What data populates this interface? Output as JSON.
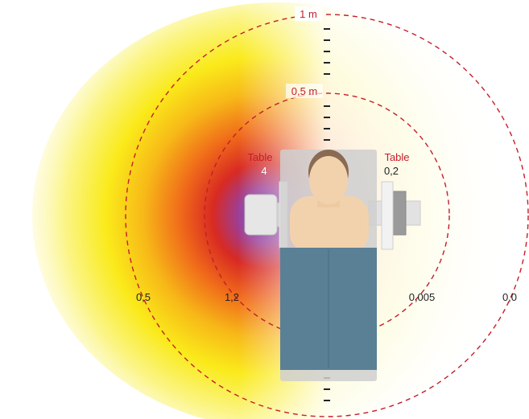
{
  "colors": {
    "ring": "#c41e2a",
    "label_red": "#c41e2a",
    "label_dark": "#222222",
    "hot_core": "#7b3f99",
    "blanket": "#5a8096",
    "skin": "#f2d2ad"
  },
  "rings": [
    {
      "label": "1 m"
    },
    {
      "label": "0,5 m"
    }
  ],
  "left_side": {
    "heading": "Table",
    "value_at_table": "4",
    "value_mid": "1,2",
    "value_outer": "0,5"
  },
  "right_side": {
    "heading": "Table",
    "value_at_table": "0,2",
    "value_mid": "0,005",
    "value_outer": "0,0"
  },
  "icons": {
    "patient": "patient-on-table-icon",
    "detector": "image-detector-icon",
    "tube": "x-ray-tube-icon"
  }
}
